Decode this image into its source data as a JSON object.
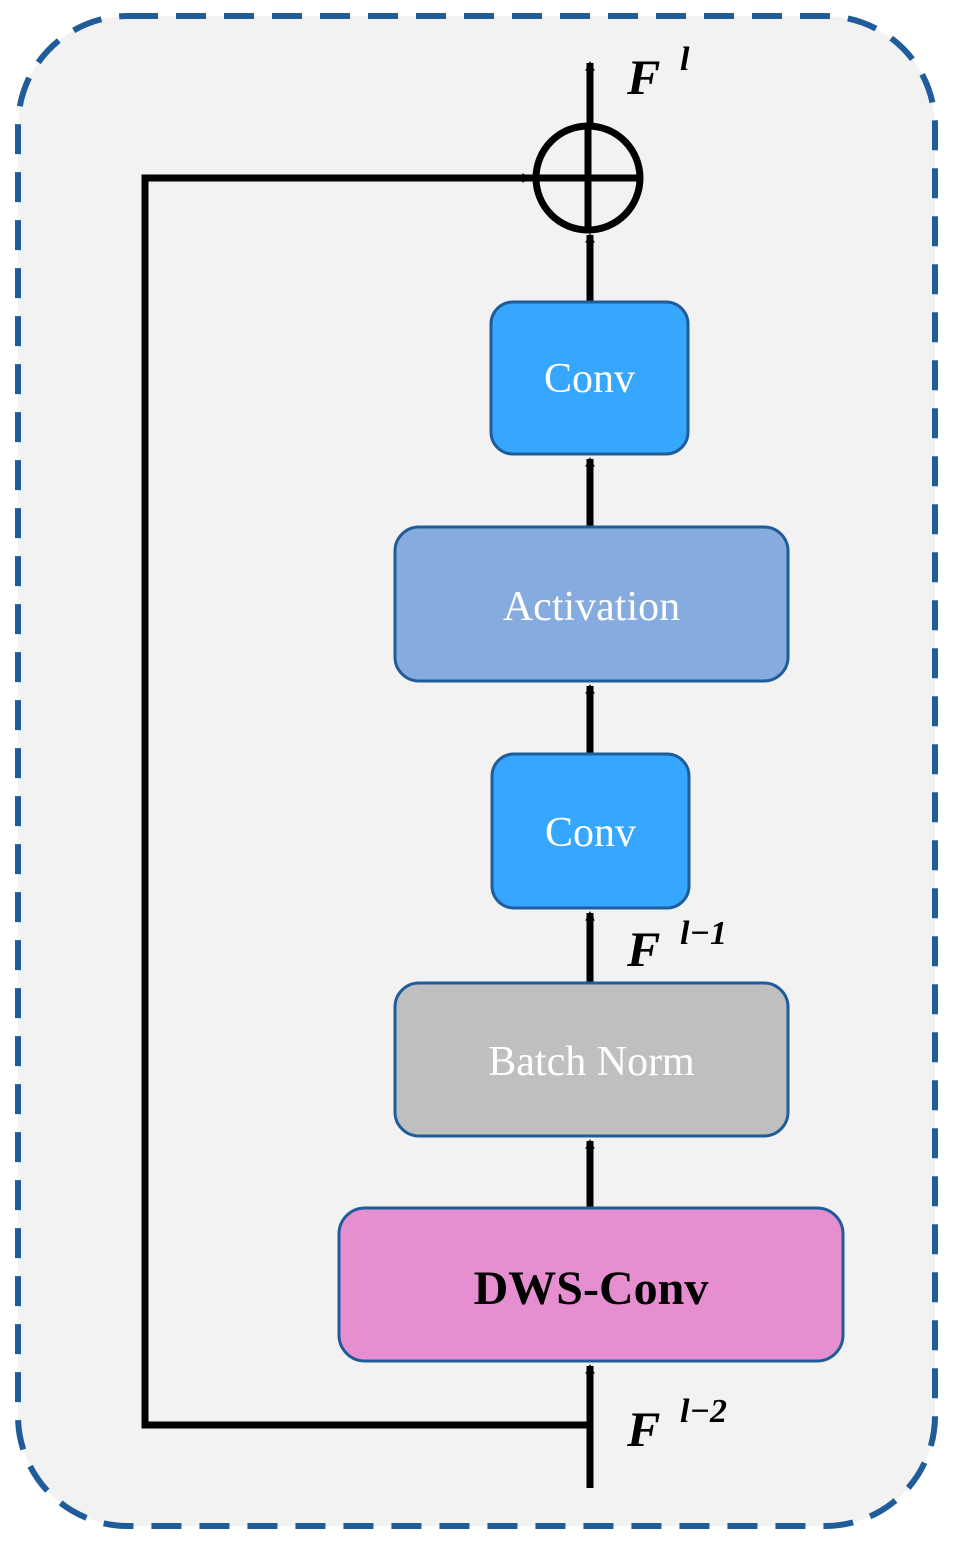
{
  "colors": {
    "panel_fill": "#f2f2f2",
    "panel_border": "#1f5c99",
    "conv_fill": "#36a6ff",
    "activation_fill": "#85abdf",
    "batchnorm_fill": "#bfbfbf",
    "dwsconv_fill": "#e58fd0",
    "box_border": "#1f5c99",
    "arrow": "#000000"
  },
  "blocks": {
    "conv_top": "Conv",
    "activation": "Activation",
    "conv_mid": "Conv",
    "batch_norm": "Batch Norm",
    "dws_conv": "DWS-Conv"
  },
  "labels": {
    "output": {
      "base": "F",
      "sup": "l"
    },
    "mid": {
      "base": "F",
      "sup": "l−1"
    },
    "input": {
      "base": "F",
      "sup": "l−2"
    }
  },
  "operator": "circle-plus"
}
